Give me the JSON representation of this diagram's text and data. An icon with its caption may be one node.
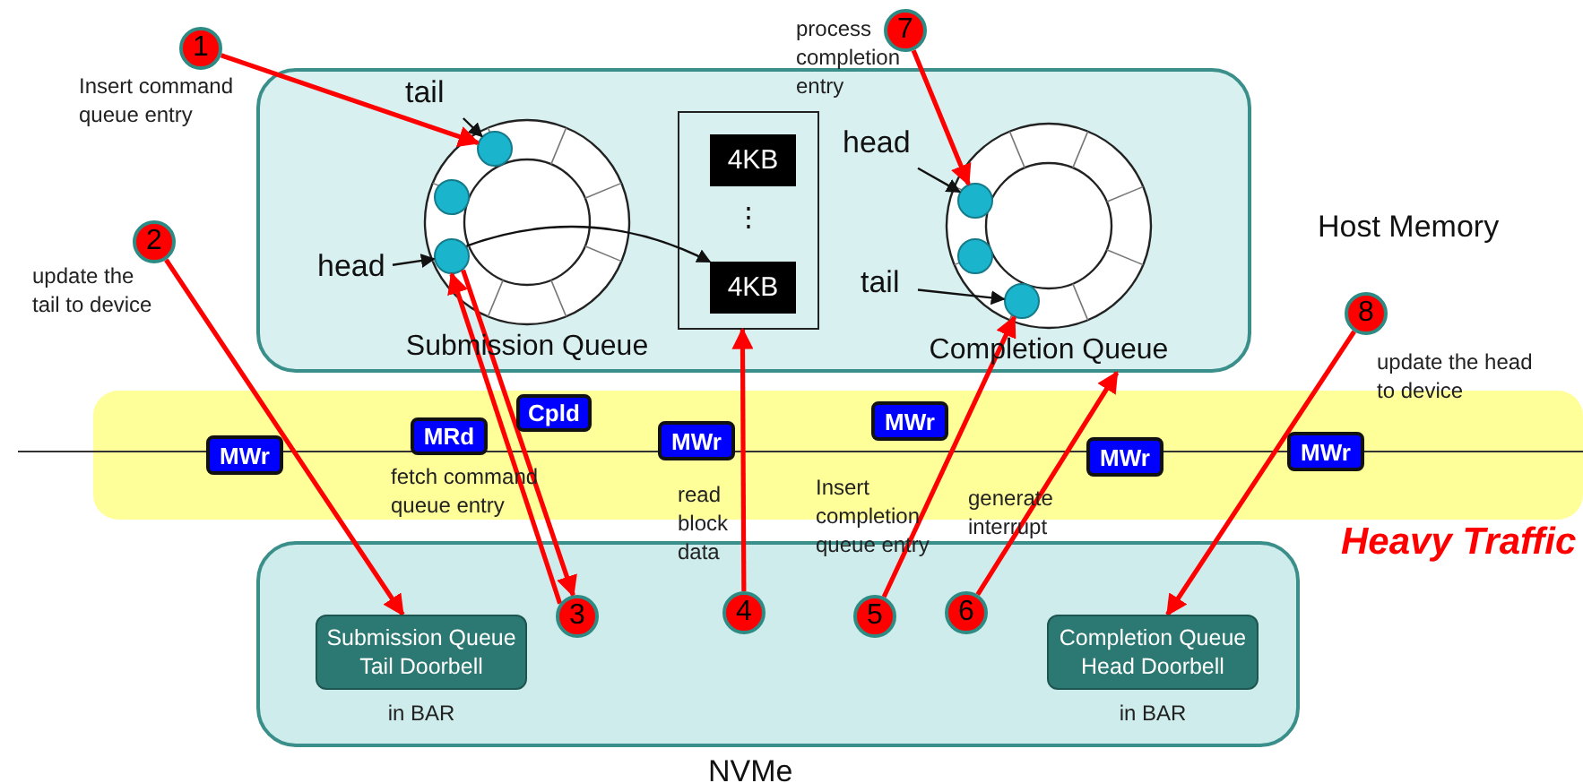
{
  "diagram": {
    "nodes": [
      {
        "text": [
          "Host Memory"
        ]
      },
      {
        "text": [
          "Submission Queue"
        ],
        "in": 0
      },
      {
        "text": [],
        "shape": "circle",
        "in": 1
      },
      {
        "text": [],
        "shape": "circle",
        "in": 1
      },
      {
        "text": [],
        "shape": "circle",
        "in": 1
      },
      {
        "text": [
          "⋮"
        ],
        "in": 0
      },
      {
        "text": [
          "4KB"
        ],
        "in": 5
      },
      {
        "text": [
          "4KB"
        ],
        "in": 5
      },
      {
        "text": [
          "Completion Queue"
        ],
        "in": 0
      },
      {
        "text": [],
        "shape": "circle",
        "in": 8
      },
      {
        "text": [],
        "shape": "circle",
        "in": 8
      },
      {
        "text": [],
        "shape": "circle",
        "in": 8
      },
      {
        "text": [
          "MWr"
        ]
      },
      {
        "text": [
          "MRd"
        ],
        "beside": [
          "fetch command queue entry"
        ]
      },
      {
        "text": [
          "Cpld"
        ]
      },
      {
        "text": [
          "MWr"
        ],
        "beside": [
          "read block data"
        ]
      },
      {
        "text": [
          "MWr"
        ],
        "beside": [
          "Insert completion queue entry"
        ]
      },
      {
        "text": [
          "MWr"
        ],
        "beside": [
          "generate interrupt"
        ]
      },
      {
        "text": [
          "MWr"
        ]
      },
      {
        "text": [
          "NVMe"
        ]
      },
      {
        "text": [
          "Submission Queue Tail Doorbell"
        ],
        "beside": [
          "in BAR"
        ],
        "in": 19
      },
      {
        "text": [
          "Completion Queue Head Doorbell"
        ],
        "beside": [
          "in BAR"
        ],
        "in": 19
      },
      {
        "text": [
          "1"
        ],
        "beside": [
          "Insert command queue entry"
        ]
      },
      {
        "text": [
          "2"
        ],
        "beside": [
          "update the tail to device"
        ]
      },
      {
        "text": [
          "3"
        ],
        "in": 19
      },
      {
        "text": [
          "4"
        ],
        "in": 19
      },
      {
        "text": [
          "5"
        ],
        "in": 19
      },
      {
        "text": [
          "6"
        ],
        "in": 19
      },
      {
        "text": [
          "7"
        ],
        "beside": [
          "process completion entry"
        ]
      },
      {
        "text": [
          "8"
        ],
        "beside": [
          "update the head to device"
        ]
      },
      {
        "text": [
          "tail"
        ],
        "in": 0
      },
      {
        "text": [
          "head"
        ],
        "in": 0
      },
      {
        "text": [
          "head"
        ],
        "in": 0
      },
      {
        "text": [
          "tail"
        ],
        "in": 0
      }
    ],
    "edges": [
      {
        "from": 30,
        "to": 2,
        "arrow": "to",
        "color": "#111111"
      },
      {
        "from": 31,
        "to": 4,
        "arrow": "to",
        "color": "#111111"
      },
      {
        "from": 32,
        "to": 9,
        "arrow": "to",
        "color": "#111111"
      },
      {
        "from": 33,
        "to": 11,
        "arrow": "to",
        "color": "#111111"
      },
      {
        "from": 4,
        "to": 7,
        "arrow": "to",
        "color": "#111111"
      },
      {
        "from": 22,
        "to": 2,
        "arrow": "to"
      },
      {
        "from": 23,
        "to": 20,
        "arrow": "to"
      },
      {
        "from": 24,
        "to": 4,
        "arrow": "to"
      },
      {
        "from": 4,
        "to": 24,
        "arrow": "to"
      },
      {
        "from": 25,
        "to": 5,
        "arrow": "to"
      },
      {
        "from": 26,
        "to": 11,
        "arrow": "to"
      },
      {
        "from": 27,
        "to": 0,
        "arrow": "to"
      },
      {
        "from": 28,
        "to": 9,
        "arrow": "to"
      },
      {
        "from": 29,
        "to": 21,
        "arrow": "to"
      }
    ],
    "labels": [
      "Heavy Traffic"
    ]
  }
}
